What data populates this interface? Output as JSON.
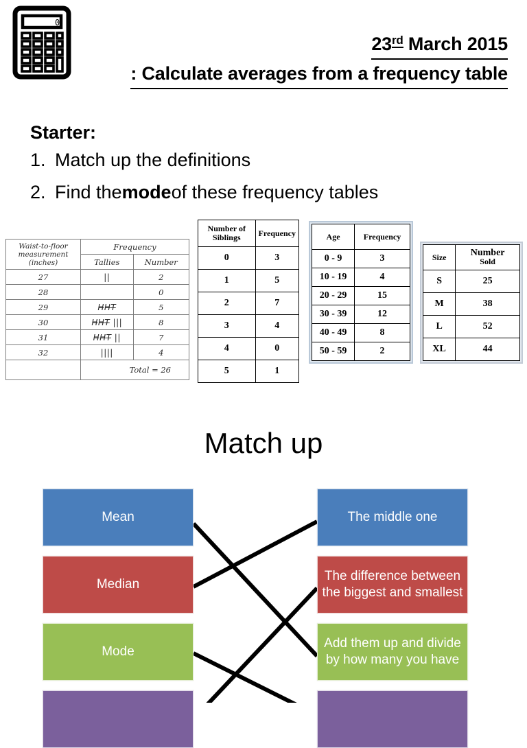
{
  "header": {
    "icon": "calculator-icon",
    "calculator_display": "0",
    "date_day": "23",
    "date_suffix": "rd",
    "date_rest": " March 2015",
    "objective": ": Calculate averages from a frequency table"
  },
  "starter": {
    "heading": "Starter:",
    "items": [
      {
        "number": "1.",
        "text_before": "Match up the definitions",
        "bold": "",
        "text_after": ""
      },
      {
        "number": "2.",
        "text_before": "Find the ",
        "bold": "mode",
        "text_after": " of these frequency tables"
      }
    ]
  },
  "tables": {
    "waist": {
      "name": "waist-to-floor-table",
      "header_main": "Waist-to-floor measurement (inches)",
      "header_group": "Frequency",
      "header_tallies": "Tallies",
      "header_number": "Number",
      "rows": [
        {
          "measure": "27",
          "tally": "||",
          "number": "2"
        },
        {
          "measure": "28",
          "tally": "",
          "number": "0"
        },
        {
          "measure": "29",
          "tally": "H̶H̶T̶",
          "number": "5"
        },
        {
          "measure": "30",
          "tally": "H̶H̶T̶ |||",
          "number": "8"
        },
        {
          "measure": "31",
          "tally": "H̶H̶T̶ ||",
          "number": "7"
        },
        {
          "measure": "32",
          "tally": "||||",
          "number": "4"
        }
      ],
      "total_label": "Total = 26"
    },
    "siblings": {
      "name": "siblings-frequency-table",
      "headers": [
        "Number of Siblings",
        "Frequency"
      ],
      "rows": [
        [
          "0",
          "3"
        ],
        [
          "1",
          "5"
        ],
        [
          "2",
          "7"
        ],
        [
          "3",
          "4"
        ],
        [
          "4",
          "0"
        ],
        [
          "5",
          "1"
        ]
      ]
    },
    "age": {
      "name": "age-frequency-table",
      "headers": [
        "Age",
        "Frequency"
      ],
      "rows": [
        [
          "0 - 9",
          "3"
        ],
        [
          "10 - 19",
          "4"
        ],
        [
          "20 - 29",
          "15"
        ],
        [
          "30 - 39",
          "12"
        ],
        [
          "40 - 49",
          "8"
        ],
        [
          "50 - 59",
          "2"
        ]
      ]
    },
    "size": {
      "name": "size-sold-table",
      "header_size": "Size",
      "header_number_big": "Number",
      "header_number_small": "Sold",
      "rows": [
        [
          "S",
          "25"
        ],
        [
          "M",
          "38"
        ],
        [
          "L",
          "52"
        ],
        [
          "XL",
          "44"
        ]
      ]
    }
  },
  "matchup": {
    "heading": "Match up",
    "left": [
      {
        "label": "Mean",
        "color": "#4a7ebb"
      },
      {
        "label": "Median",
        "color": "#be4b48"
      },
      {
        "label": "Mode",
        "color": "#98bf55"
      },
      {
        "label": "",
        "color": "#7b609c"
      }
    ],
    "right": [
      {
        "label": "The middle one",
        "color": "#4a7ebb"
      },
      {
        "label": "The difference between the biggest and smallest",
        "color": "#be4b48"
      },
      {
        "label": "Add them up and divide by how many you have",
        "color": "#98bf55"
      },
      {
        "label": "",
        "color": "#7b609c"
      }
    ]
  },
  "colors": {
    "blue": "#4a7ebb",
    "red": "#be4b48",
    "green": "#98bf55",
    "purple": "#7b609c",
    "line": "#000000"
  }
}
